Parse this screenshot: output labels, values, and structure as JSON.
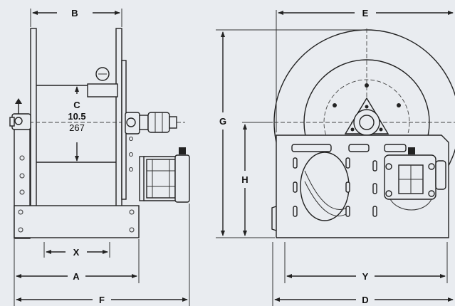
{
  "dimensions": {
    "A": "A",
    "B": "B",
    "C": "C",
    "C_in": "10.5",
    "C_mm": "267",
    "D": "D",
    "E": "E",
    "F": "F",
    "G": "G",
    "H": "H",
    "X": "X",
    "Y": "Y"
  },
  "colors": {
    "background": "#e9ecf0",
    "ink": "#222222"
  }
}
